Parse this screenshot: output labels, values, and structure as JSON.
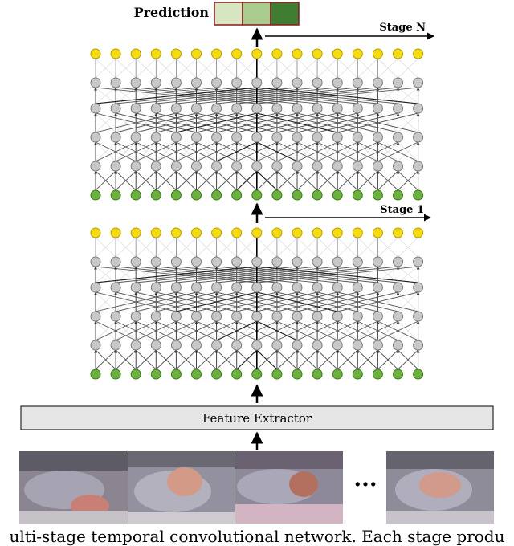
{
  "figure": {
    "prediction_label": "Prediction",
    "stage_n_label": "Stage N",
    "stage_1_label": "Stage 1",
    "feature_extractor_label": "Feature Extractor",
    "ellipsis": "...",
    "caption": "ulti-stage temporal convolutional network. Each stage produ",
    "prediction_colors": [
      "#d6e6c0",
      "#a9cb8e",
      "#3f7d33"
    ],
    "colors": {
      "input_node": "#6ab23c",
      "hidden_node": "#c8c8c8",
      "output_node": "#f5dc0c",
      "prediction_border": "#8b1a1a"
    },
    "nodes_per_row": 17,
    "hidden_layers": 4,
    "frames": [
      "video-frame-1",
      "video-frame-2",
      "video-frame-3",
      "video-frame-4"
    ]
  }
}
